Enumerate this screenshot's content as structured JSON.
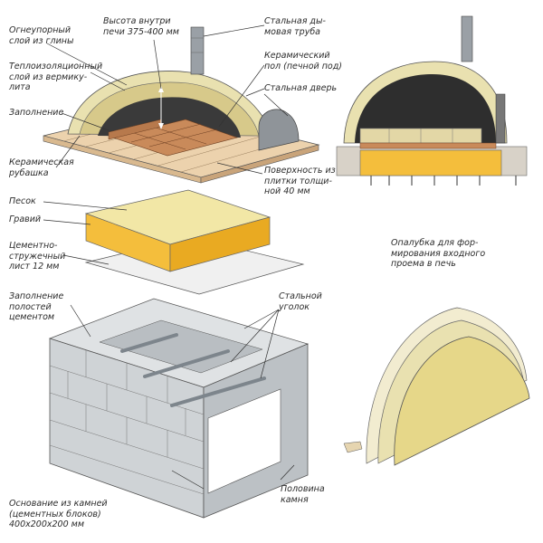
{
  "labels": {
    "clay_layer": "Огнеупорный\nслой из глины",
    "inner_height": "Высота внутри\nпечи 375-400 мм",
    "chimney": "Стальная ды-\nмовая труба",
    "insulation": "Теплоизоляционный\nслой из вермику-\nлита",
    "ceramic_floor": "Керамический\nпол (печной под)",
    "filler_top": "Заполнение",
    "steel_door": "Стальная дверь",
    "ceramic_shell": "Керамическая\nрубашка",
    "tile_surface": "Поверхность из\nплитки толщи-\nной 40 мм",
    "sand": "Песок",
    "gravel": "Гравий",
    "cement_sheet": "Цементно-\nстружечный\nлист 12 мм",
    "fill_cement": "Заполнение\nполостей\nцементом",
    "steel_angle": "Стальной\nуголок",
    "formwork": "Опалубка для фор-\nмирования входного\nпроема в печь",
    "base_blocks": "Основание из камней\n(цементных блоков)\n400х200х200 мм",
    "half_block": "Половина\nкамня"
  },
  "colors": {
    "ink": "#2b2b2b",
    "clay": "#e9e1b0",
    "insulation": "#d7c98a",
    "brick": "#c98a5a",
    "tile": "#ecd2ad",
    "sand": "#f2e7a6",
    "gravel": "#f4be3c",
    "steel": "#7d858c",
    "block": "#cfd3d6",
    "dark": "#2e2e2e"
  }
}
